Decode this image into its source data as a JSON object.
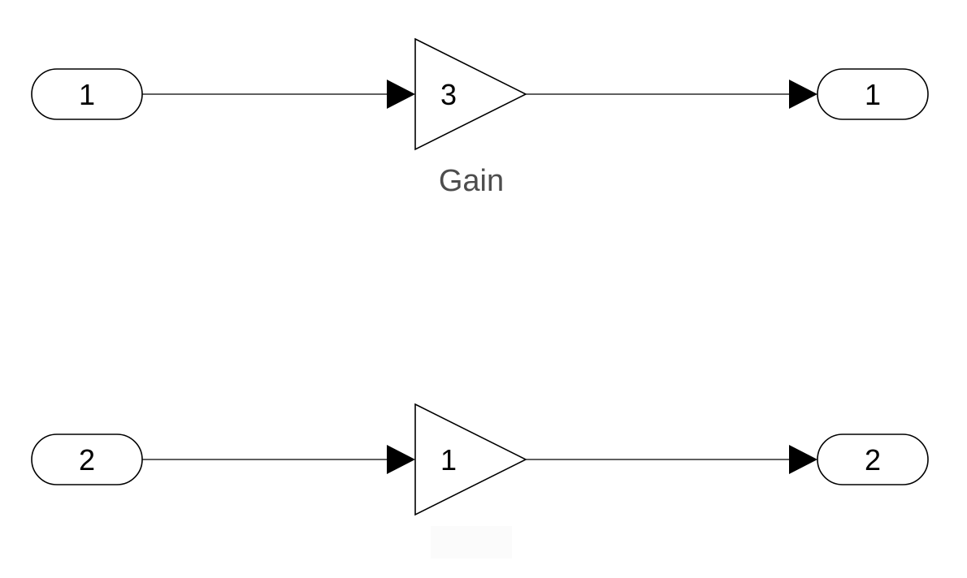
{
  "diagram": {
    "row1": {
      "inport": {
        "label": "1"
      },
      "gain": {
        "value": "3",
        "name": "Gain"
      },
      "outport": {
        "label": "1"
      }
    },
    "row2": {
      "inport": {
        "label": "2"
      },
      "gain": {
        "value": "1",
        "name": ""
      },
      "outport": {
        "label": "2"
      }
    }
  },
  "colors": {
    "line": "#000000",
    "block_fill": "#ffffff",
    "block_name": "#4d4d4d"
  }
}
